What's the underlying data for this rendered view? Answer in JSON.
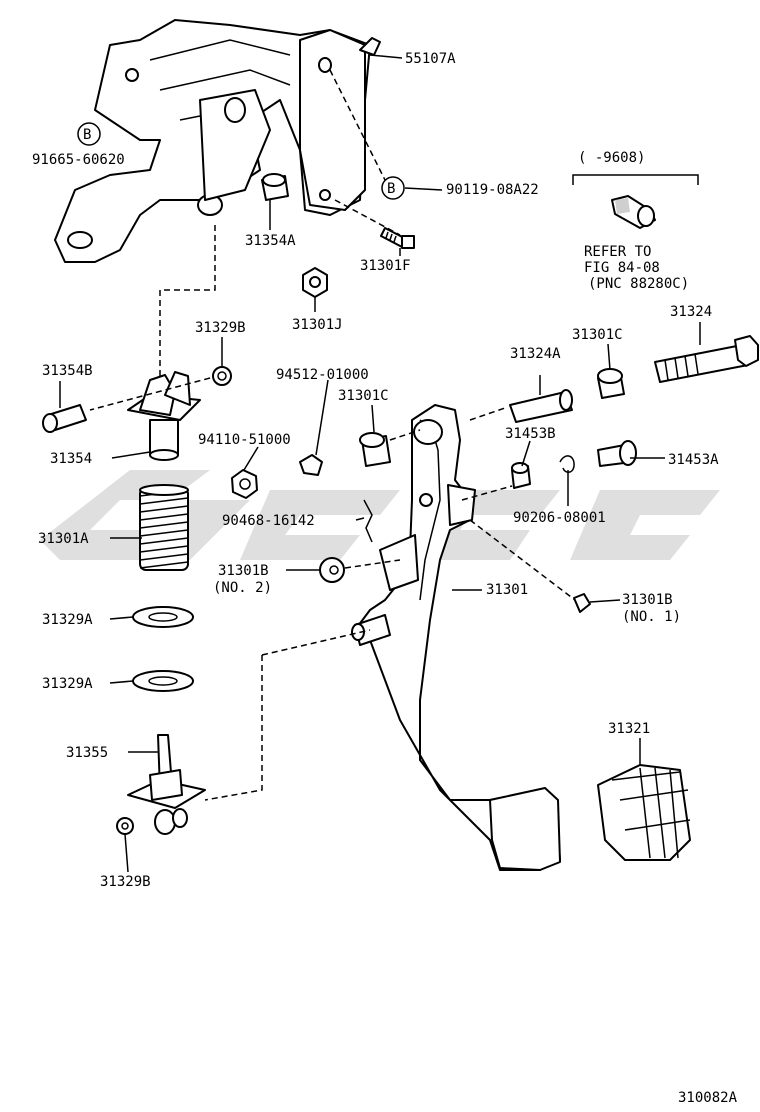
{
  "labels": {
    "l55107A": "55107A",
    "l91665": "91665-60620",
    "lB1": "B",
    "lB2": "B",
    "l90119": "90119-08A22",
    "l9608": "(     -9608)",
    "lrefer1": "REFER TO",
    "lrefer2": "FIG 84-08",
    "lrefer3": "(PNC 88280C)",
    "l31354A": "31354A",
    "l31301F": "31301F",
    "l31301J": "31301J",
    "l31329B_top": "31329B",
    "l31354B": "31354B",
    "l31354": "31354",
    "l94512": "94512-01000",
    "l31301C_mid": "31301C",
    "l94110": "94110-51000",
    "l31324A": "31324A",
    "l31301C_top": "31301C",
    "l31324": "31324",
    "l31453B": "31453B",
    "l31453A": "31453A",
    "l31301A": "31301A",
    "l90468": "90468-16142",
    "l90206": "90206-08001",
    "l31301B2": "31301B",
    "lno2": "(NO. 2)",
    "l31301": "31301",
    "l31301B1": "31301B",
    "lno1": "(NO. 1)",
    "l31329A_1": "31329A",
    "l31329A_2": "31329A",
    "l31355": "31355",
    "l31321": "31321",
    "l31329B_bot": "31329B",
    "lfig": "310082A"
  },
  "colors": {
    "line": "#000000",
    "watermark": "#d9d9d9",
    "background": "#ffffff"
  }
}
